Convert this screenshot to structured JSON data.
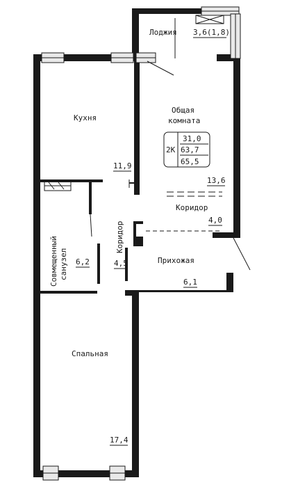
{
  "colors": {
    "wall": "#1a1a1a",
    "window_fill": "#e9e9e9",
    "background": "#ffffff"
  },
  "rooms": {
    "loggia": {
      "label": "Лоджия",
      "area": "3,6(1,8)"
    },
    "kitchen": {
      "label": "Кухня",
      "area": "11,9"
    },
    "living": {
      "label_line1": "Общая",
      "label_line2": "комната",
      "area": "13,6"
    },
    "corridor1": {
      "label": "Коридор",
      "area": "4,0"
    },
    "corridor2": {
      "label": "Коридор",
      "area": "4,5"
    },
    "bathroom": {
      "label_line1": "Совмещенный",
      "label_line2": "санузел",
      "area": "6,2"
    },
    "hall": {
      "label": "Прихожая",
      "area": "6,1"
    },
    "bedroom": {
      "label": "Спальная",
      "area": "17,4"
    }
  },
  "summary": {
    "rooms_count": "2К",
    "living_area": "31,0",
    "total_area": "63,7",
    "total_area_with_loggia": "65,5"
  }
}
